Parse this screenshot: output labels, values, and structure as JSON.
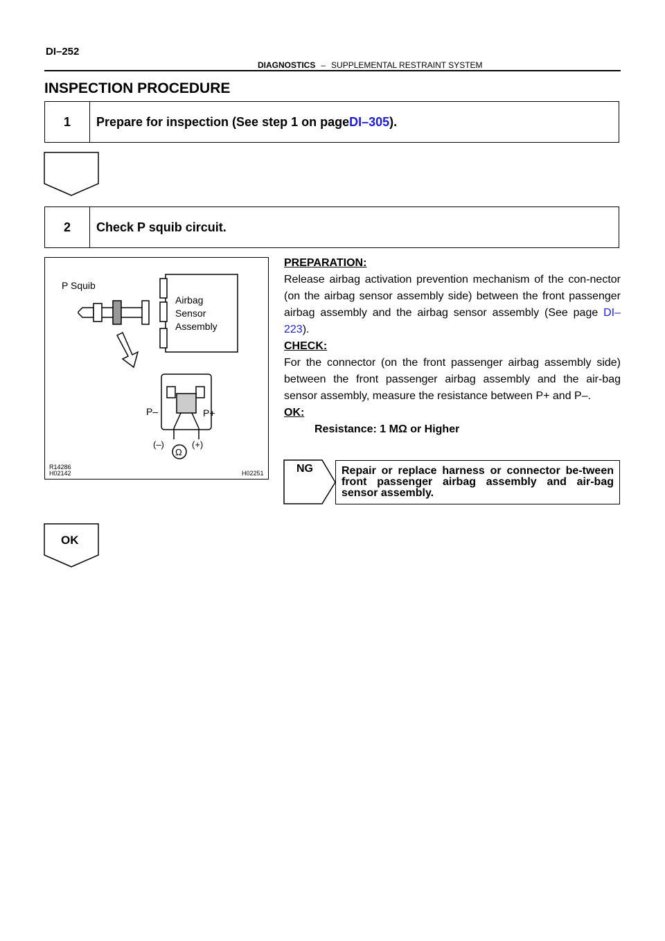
{
  "header": {
    "page_number": "DI–252",
    "section": "DIAGNOSTICS",
    "separator": "–",
    "subsection": "SUPPLEMENTAL RESTRAINT SYSTEM"
  },
  "title": "INSPECTION PROCEDURE",
  "step1": {
    "number": "1",
    "text": "Prepare for inspection (See step 1 on page ",
    "link": "DI–305",
    "after": ")."
  },
  "step2": {
    "number": "2",
    "text": "Check P squib circuit."
  },
  "figure": {
    "label_squib": "P Squib",
    "label_sensor_1": "Airbag",
    "label_sensor_2": "Sensor",
    "label_sensor_3": "Assembly",
    "label_pminus": "P–",
    "label_pplus": "P+",
    "label_neg": "(–)",
    "label_pos": "(+)",
    "code_1": "R14286",
    "code_2": "H02142",
    "code_3": "H02251"
  },
  "preparation": {
    "heading": "PREPARATION:",
    "text": "Release airbag activation prevention mechanism of the con-nector (on the airbag sensor assembly side) between the front passenger airbag assembly and the airbag sensor assembly (See page ",
    "link": "DI–223",
    "after": ")."
  },
  "check": {
    "heading": "CHECK:",
    "text": "For the connector (on the front passenger airbag assembly side) between the front passenger airbag assembly and the air-bag sensor assembly, measure the resistance between P+ and P–."
  },
  "ok": {
    "heading": "OK:",
    "spec": "Resistance: 1 MΩ or Higher"
  },
  "ng": {
    "label": "NG",
    "text": "Repair or replace harness or connector be-tween front passenger airbag assembly and air-bag sensor assembly."
  },
  "ok_arrow_label": "OK"
}
